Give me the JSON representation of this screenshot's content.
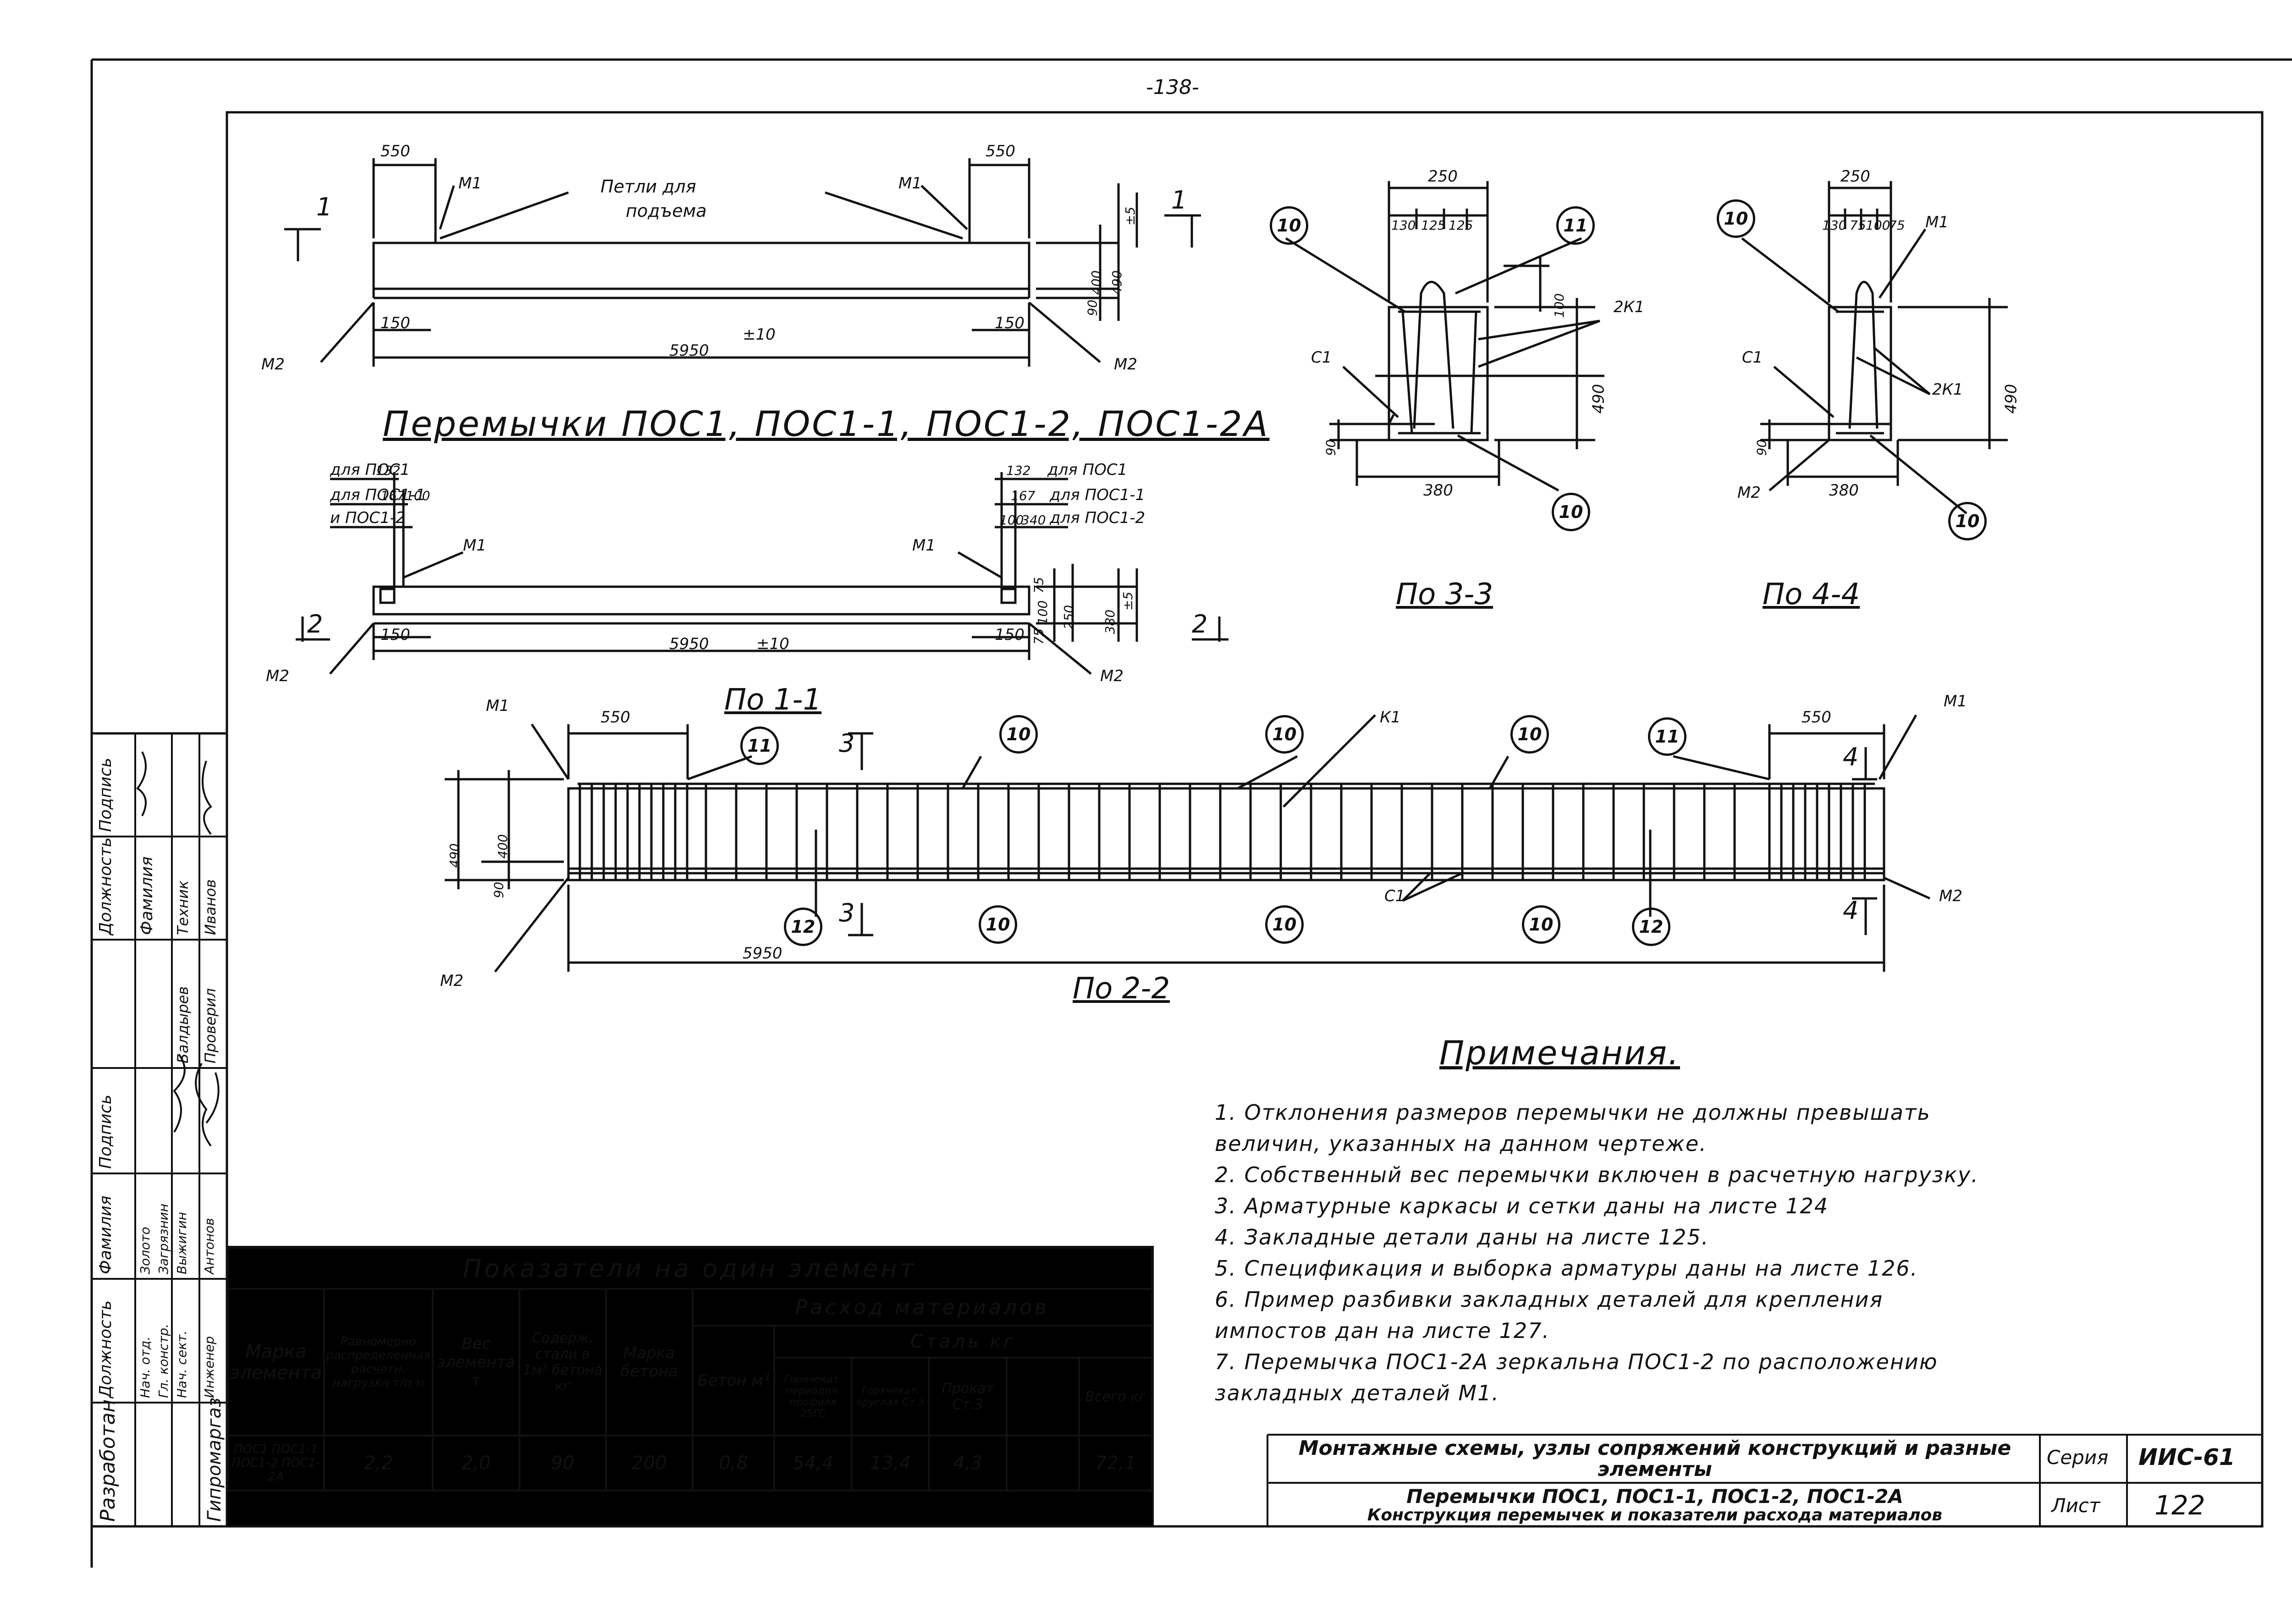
{
  "page_number": "-138-",
  "elevation_top": {
    "title": "Перемычки ПОС1, ПОС1-1, ПОС1-2, ПОС1-2А",
    "loop_label_line1": "Петли для",
    "loop_label_line2": "подъема",
    "m1": "М1",
    "m2": "М2",
    "dim_550": "550",
    "dim_150": "150",
    "dim_5950": "5950",
    "dim_tol": "±10",
    "dim_400": "400",
    "dim_490": "490",
    "dim_90": "90",
    "dim_pm5": "±5",
    "section_mark": "1"
  },
  "plan": {
    "for_pos1": "для ПОС1",
    "for_pos1_1": "для ПОС1-1",
    "and_pos1_2": "и ПОС1-2",
    "for_pos1_2": "для ПОС1-2",
    "d132": "132",
    "d167": "167",
    "d100": "100",
    "d340": "340",
    "d75": "75",
    "d250": "250",
    "d380": "380",
    "d5": "±5",
    "d150": "150",
    "d5950": "5950",
    "tol": "±10",
    "section_mark": "2",
    "m1": "М1",
    "m2": "М2"
  },
  "section_1_1": {
    "title": "По 1-1",
    "d550": "550",
    "d400": "400",
    "d490": "490",
    "d90": "90",
    "d5950": "5950",
    "m1": "М1",
    "m2": "М2",
    "k1": "К1",
    "c1": "С1",
    "marks": [
      "10",
      "11",
      "12"
    ],
    "cut3": "3",
    "cut4": "4",
    "subtitle": "По 2-2"
  },
  "section_3_3": {
    "title": "По 3-3",
    "d250": "250",
    "d130": "130",
    "d125a": "125",
    "d125b": "125",
    "d100": "100",
    "d490": "490",
    "d90": "90",
    "d380": "380",
    "c1": "С1",
    "k1": "2К1",
    "m10": "10",
    "m11": "11"
  },
  "section_4_4": {
    "title": "По 4-4",
    "d250": "250",
    "d130": "130",
    "d75a": "75",
    "d100": "100",
    "d75b": "75",
    "d490": "490",
    "d90": "90",
    "d380": "380",
    "c1": "С1",
    "k1": "2К1",
    "m1": "М1",
    "m2": "М2",
    "m10": "10"
  },
  "notes": {
    "heading": "Примечания.",
    "items": [
      "1. Отклонения размеров перемычки не должны превышать",
      "    величин, указанных на данном чертеже.",
      "2. Собственный вес перемычки включен в расчетную нагрузку.",
      "3. Арматурные каркасы и сетки даны на листе 124",
      "4. Закладные детали даны на листе 125.",
      "5. Спецификация и выборка арматуры даны на листе 126.",
      "6. Пример разбивки закладных деталей для крепления",
      "    импостов дан на листе 127.",
      "7. Перемычка ПОС1-2А зеркальна ПОС1-2 по расположению",
      "    закладных деталей М1."
    ]
  },
  "indicators": {
    "title": "Показатели на один элемент",
    "col_mark": "Марка элемента",
    "col_load": "Равномерно распределенная расчетн. нагрузка т/п.м",
    "col_weight": "Вес элемента т",
    "col_steel": "Содерж. стали в 1м³ бетона кг",
    "col_concrete_mark": "Марка бетона",
    "group_materials": "Расход материалов",
    "col_concrete": "Бетон м³",
    "group_steel": "Сталь кг",
    "col_hot_periodic": "Горячекат. периодич. профиля 25ГС",
    "col_hot_round": "Горячекат. круглая Ст.3",
    "col_rolled": "Прокат Ст.3",
    "col_total": "Всего кг",
    "row": {
      "marks": "ПОС1 ПОС1-1 ПОС1-2 ПОС1-2А",
      "load": "2,2",
      "weight": "2,0",
      "steel": "90",
      "concrete_mark": "200",
      "concrete": "0,8",
      "hot_periodic": "54,4",
      "hot_round": "13,4",
      "rolled": "4,3",
      "total": "72,1"
    }
  },
  "title_block": {
    "line1": "Монтажные схемы, узлы сопряжений конструкций и разные элементы",
    "line2": "Перемычки ПОС1, ПОС1-1, ПОС1-2, ПОС1-2А",
    "line3": "Конструкция перемычек и показатели расхода материалов",
    "series_label": "Серия",
    "series_value": "ИИС-61",
    "sheet_label": "Лист",
    "sheet_value": "122"
  },
  "stamp": {
    "developed": "Разработан",
    "org": "Гипромаргаз",
    "headers_top": [
      "Должность",
      "Фамилия",
      "Подпись"
    ],
    "rows_top": [
      [
        "Техник",
        "Балдырев"
      ],
      [
        "Проверил",
        "Иванов"
      ]
    ],
    "headers_bottom": [
      "Должность",
      "Фамилия",
      "Подпись"
    ],
    "rows_bottom": [
      [
        "Нач. отд.",
        "Золото"
      ],
      [
        "Гл. констр.",
        "Загрязнин"
      ],
      [
        "Нач. сект.",
        "Выжигин"
      ],
      [
        "Инженер",
        "Антонов"
      ]
    ]
  }
}
